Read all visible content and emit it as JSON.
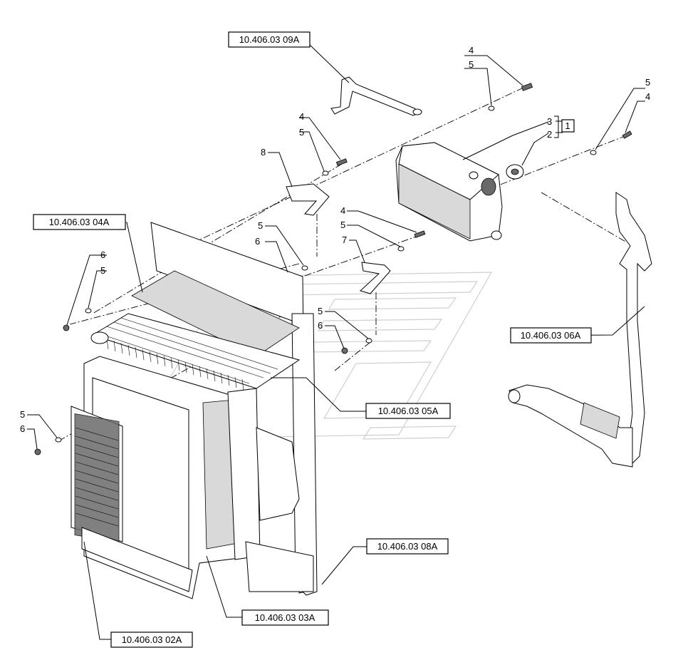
{
  "diagram": {
    "reference_labels": {
      "top_hose": "10.406.03 09A",
      "fan_shroud": "10.406.03 04A",
      "lower_hose": "10.406.03 06A",
      "radiator_top": "10.406.03 05A",
      "frame_bottom": "10.406.03 08A",
      "cooler_core": "10.406.03 03A",
      "condenser": "10.406.03 02A"
    },
    "kit_label": "1",
    "callouts": {
      "c_4a": "4",
      "c_5a": "5",
      "c_3": "3",
      "c_2": "2",
      "c_5b": "5",
      "c_4b": "4",
      "c_8": "8",
      "c_4c": "4",
      "c_5c": "5",
      "c_4d": "4",
      "c_5d": "5",
      "c_7": "7",
      "c_5e": "5",
      "c_6a": "6",
      "c_6b": "6",
      "c_5f": "5",
      "c_5g": "5",
      "c_6c": "6",
      "c_5h": "5",
      "c_6d": "6"
    }
  }
}
